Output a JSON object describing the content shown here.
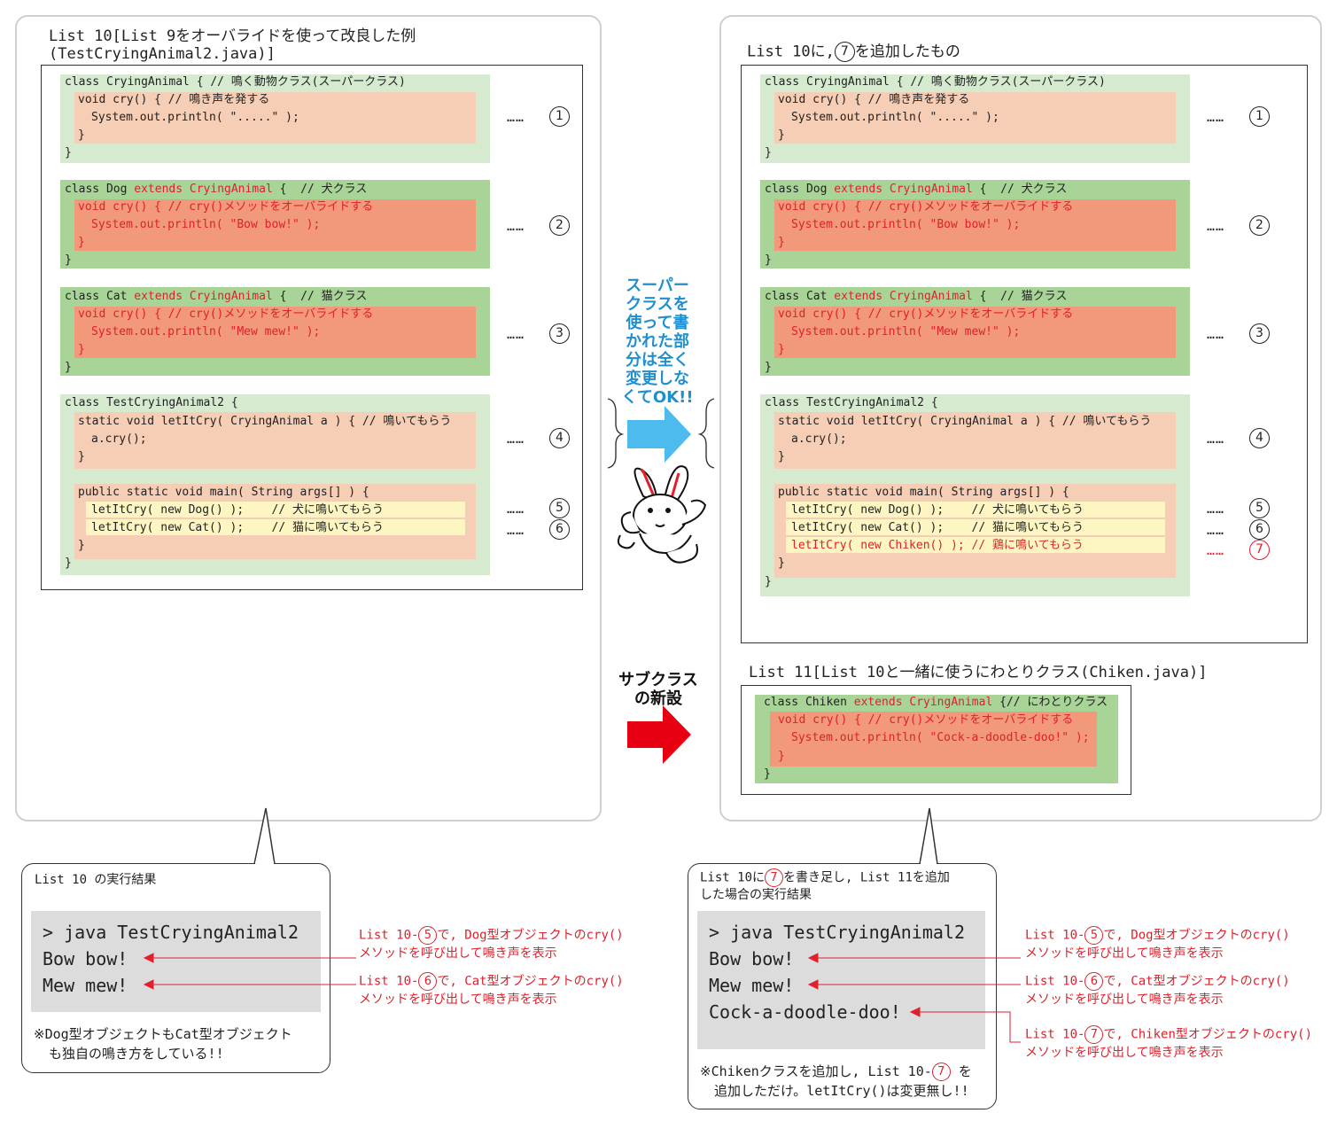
{
  "left": {
    "title_line1": "List 10[List 9をオーバライドを使って改良した例",
    "title_line2": "(TestCryingAnimal2.java)]",
    "crying_animal": {
      "l1": "class CryingAnimal { // 鳴く動物クラス(スーパークラス)",
      "l2": "void cry() { // 鳴き声を発する",
      "l3": "System.out.println( \".....\" );",
      "l4": "}",
      "l5": "}"
    },
    "dog": {
      "l1a": "class Dog ",
      "l1b": "extends CryingAnimal",
      "l1c": " {  // 犬クラス",
      "l2": "void cry() { // cry()メソッドをオーバライドする",
      "l3": "System.out.println( \"Bow bow!\" );",
      "l4": "}",
      "l5": "}"
    },
    "cat": {
      "l1a": "class Cat ",
      "l1b": "extends CryingAnimal",
      "l1c": " {  // 猫クラス",
      "l2": "void cry() { // cry()メソッドをオーバライドする",
      "l3": "System.out.println( \"Mew mew!\" );",
      "l4": "}",
      "l5": "}"
    },
    "test": {
      "l1": "class TestCryingAnimal2 {",
      "l2": "static void letItCry( CryingAnimal a ) { // 鳴いてもらう",
      "l3": "a.cry();",
      "l4": "}",
      "l5": "public static void main( String args[] ) {",
      "l6": "letItCry( new Dog() );    // 犬に鳴いてもらう",
      "l7": "letItCry( new Cat() );    // 猫に鳴いてもらう",
      "l8": "}",
      "l9": "}"
    }
  },
  "right": {
    "title": "List 10に,⑦を追加したもの",
    "title_a": "List 10に,",
    "title_b": "を追加したもの",
    "line7": "letItCry( new Chiken() ); // 鶏に鳴いてもらう"
  },
  "list11": {
    "title": "List 11[List 10と一緒に使うにわとりクラス(Chiken.java)]",
    "l1a": "class Chiken ",
    "l1b": "extends CryingAnimal",
    "l1c": " {// にわとりクラス",
    "l2": "void cry() { // cry()メソッドをオーバライドする",
    "l3": "System.out.println( \"Cock-a-doodle-doo!\" );",
    "l4": "}",
    "l5": "}"
  },
  "markers": {
    "dots": "……",
    "n1": "1",
    "n2": "2",
    "n3": "3",
    "n4": "4",
    "n5": "5",
    "n6": "6",
    "n7": "7"
  },
  "middle": {
    "super_text": [
      "スーパー",
      "クラスを",
      "使って書",
      "かれた部",
      "分は全く",
      "変更しな",
      "くてOK!!"
    ],
    "sub_text": [
      "サブクラス",
      "の新設"
    ],
    "blue": "#4dbbee",
    "red": "#e60012"
  },
  "bubble_left": {
    "title": "List 10 の実行結果",
    "lines": [
      "> java TestCryingAnimal2",
      "Bow bow!",
      "Mew mew!"
    ],
    "note1": "※Dog型オブジェクトもCat型オブジェクト",
    "note2": "も独自の鳴き方をしている!!"
  },
  "bubble_right": {
    "title1a": "List 10に",
    "title1b": "を書き足し, List 11を追加",
    "title2": "した場合の実行結果",
    "lines": [
      "> java TestCryingAnimal2",
      "Bow bow!",
      "Mew mew!",
      "Cock-a-doodle-doo!"
    ],
    "note1a": "※Chikenクラスを追加し, List 10-",
    "note1b": " を",
    "note2": "追加しただけ。letItCry()は変更無し!!"
  },
  "annotations": {
    "a_prefix": "List 10-",
    "a5_suffix": "で, Dog型オブジェクトのcry()",
    "a6_suffix": "で, Cat型オブジェクトのcry()",
    "a7_suffix": "で, Chiken型オブジェクトのcry()",
    "a_line2": "メソッドを呼び出して鳴き声を表示"
  }
}
